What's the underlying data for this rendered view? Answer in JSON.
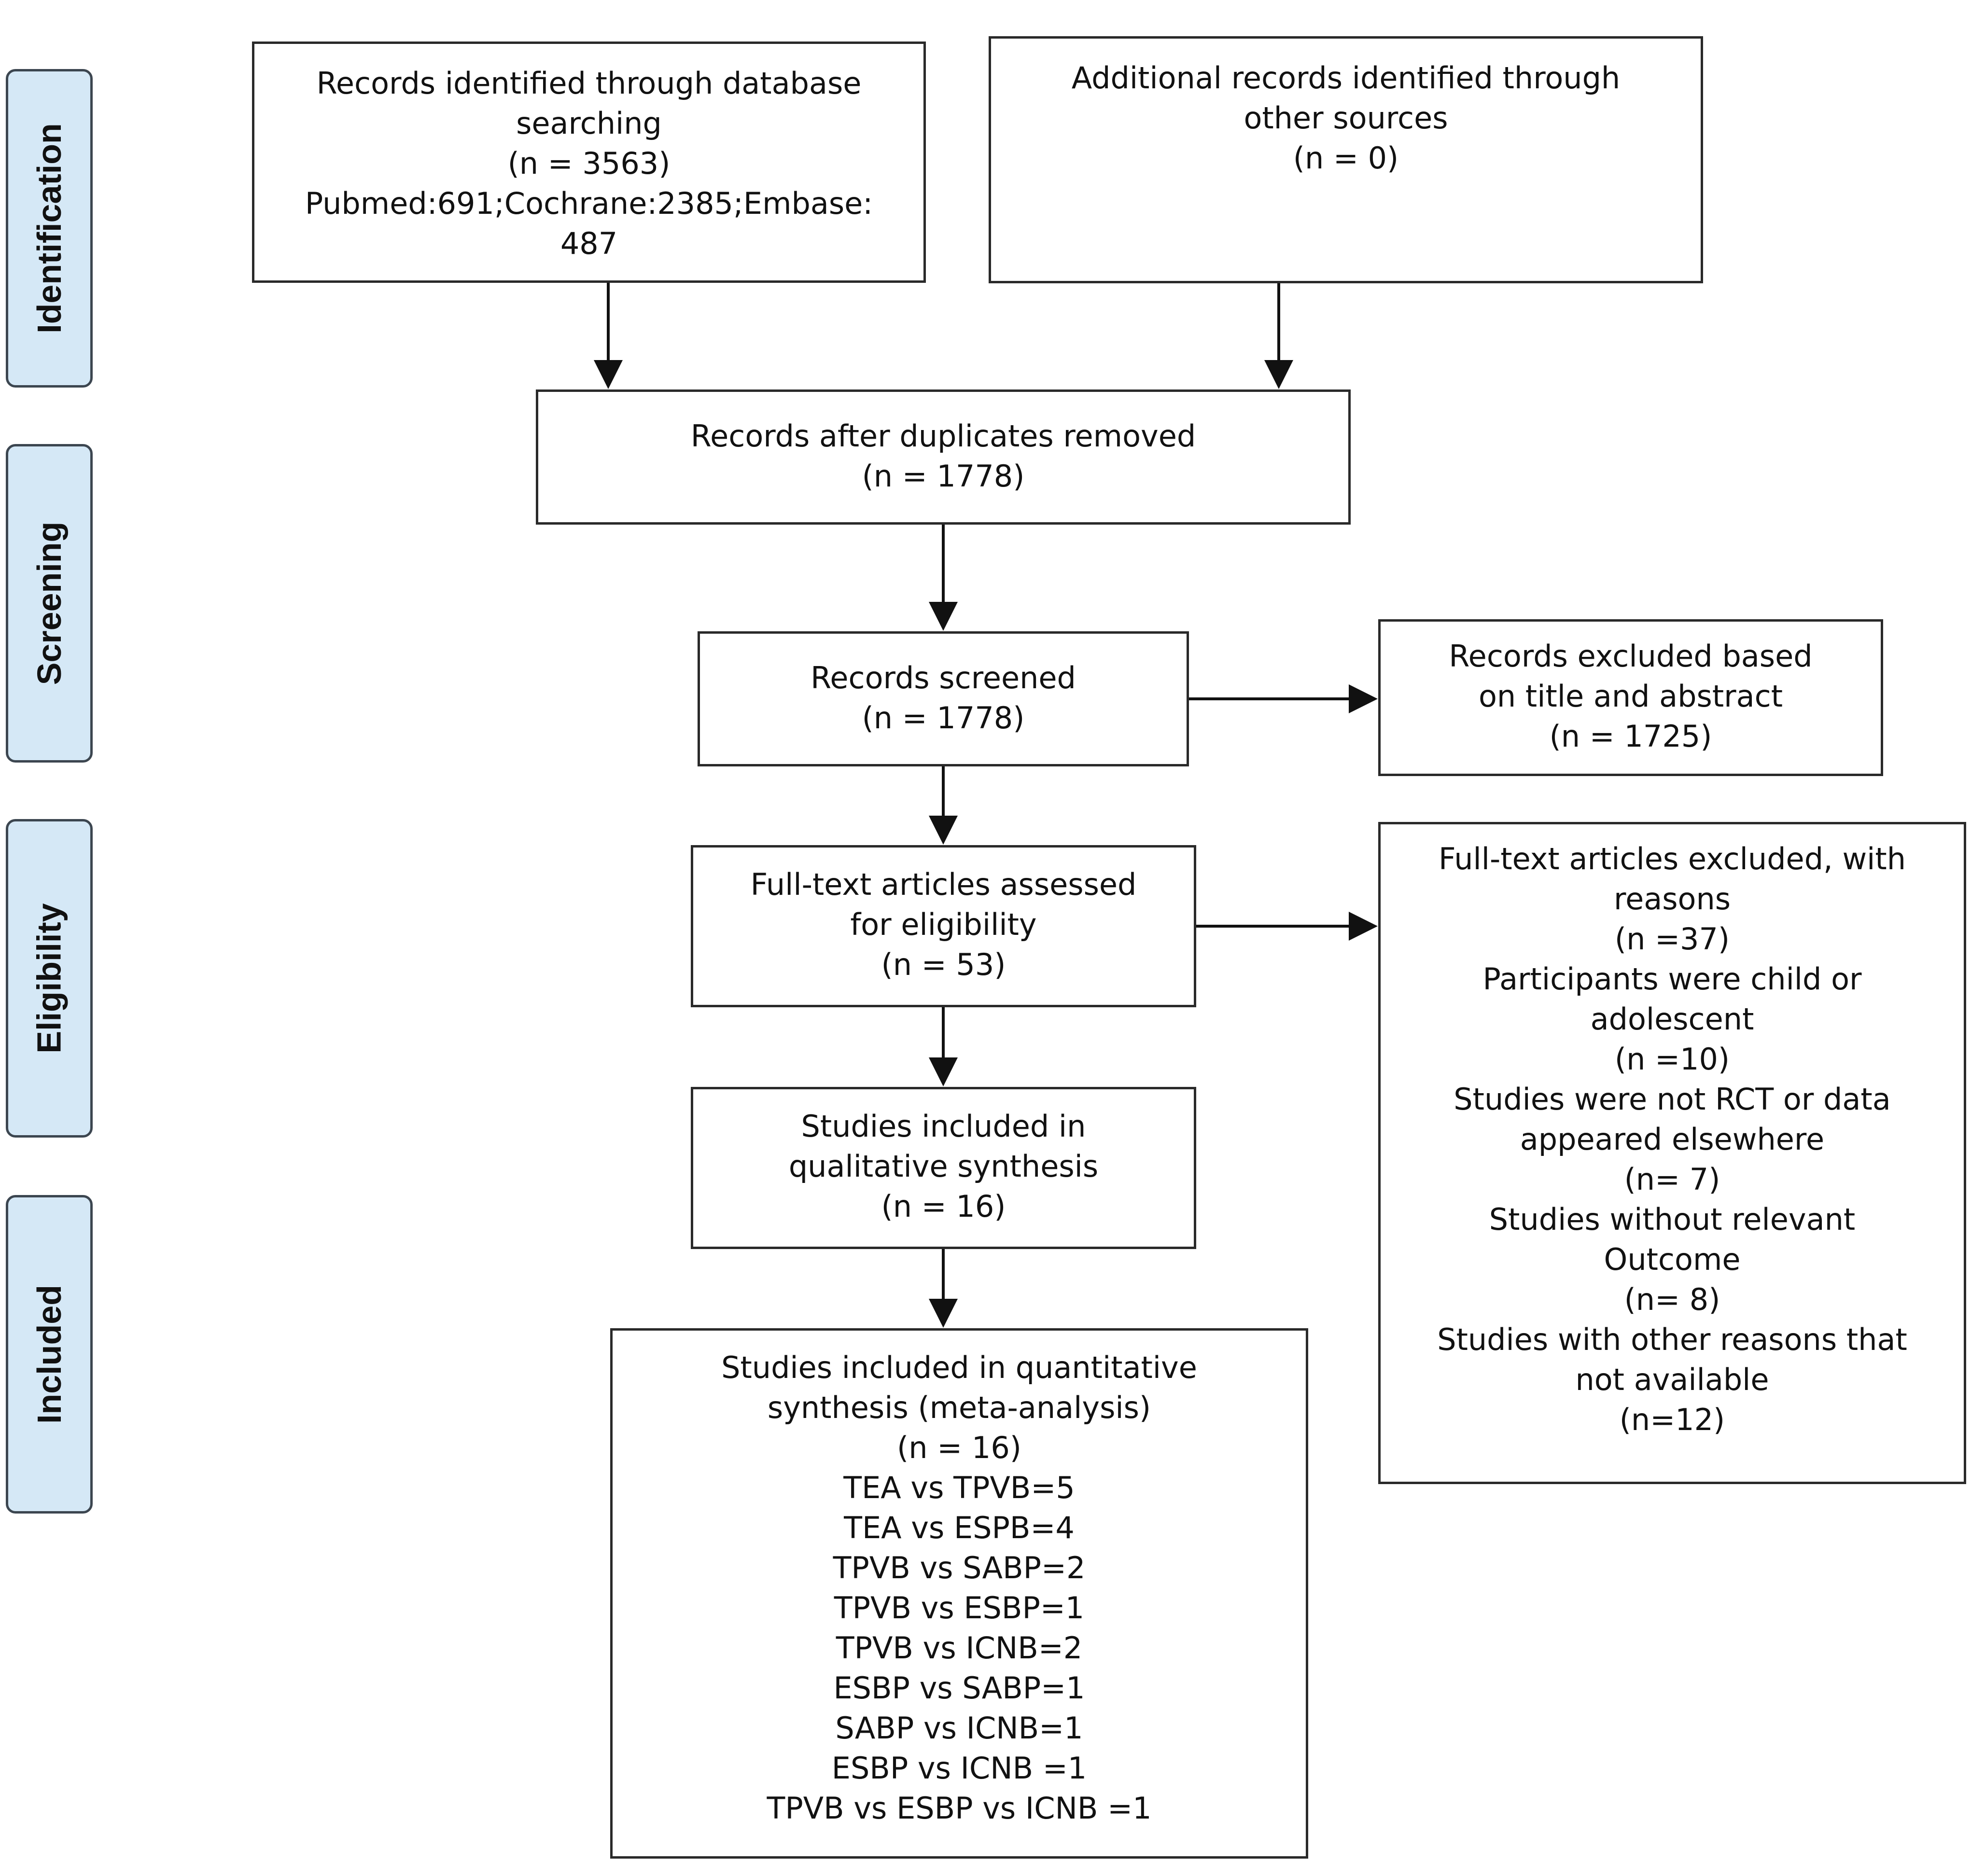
{
  "phases": {
    "identification": "Identification",
    "screening": "Screening",
    "eligibility": "Eligibility",
    "included": "Included"
  },
  "boxes": {
    "database_records": {
      "lines": [
        "Records identified through database",
        "searching",
        "(n = 3563)",
        "Pubmed:691;Cochrane:2385;Embase:",
        "487"
      ]
    },
    "other_sources": {
      "lines": [
        "Additional records identified through",
        "other sources",
        "(n = 0)"
      ]
    },
    "duplicates_removed": {
      "lines": [
        "Records after duplicates removed",
        "(n = 1778)"
      ]
    },
    "screened": {
      "lines": [
        "Records screened",
        "(n = 1778)"
      ]
    },
    "excluded_title_abstract": {
      "lines": [
        "Records excluded based",
        "on title and abstract",
        "(n = 1725)"
      ]
    },
    "fulltext_assessed": {
      "lines": [
        "Full-text articles assessed",
        "for eligibility",
        "(n = 53)"
      ]
    },
    "fulltext_excluded": {
      "lines": [
        "Full-text articles excluded, with",
        "reasons",
        "(n =37)",
        "Participants were child or",
        "adolescent",
        "(n =10)",
        "Studies were not RCT or data",
        "appeared elsewhere",
        "(n= 7)",
        "Studies without relevant",
        "Outcome",
        "(n= 8)",
        "Studies with other reasons that",
        "not available",
        "(n=12)"
      ]
    },
    "qualitative": {
      "lines": [
        "Studies included in",
        "qualitative synthesis",
        "(n = 16)"
      ]
    },
    "quantitative": {
      "lines": [
        "Studies included in quantitative",
        "synthesis (meta-analysis)",
        "(n = 16)",
        "TEA vs TPVB=5",
        "TEA vs ESPB=4",
        "TPVB vs SABP=2",
        "TPVB vs ESBP=1",
        "TPVB vs ICNB=2",
        "ESBP vs SABP=1",
        "SABP vs ICNB=1",
        "ESBP vs ICNB =1",
        "TPVB vs ESBP vs ICNB =1"
      ]
    }
  }
}
